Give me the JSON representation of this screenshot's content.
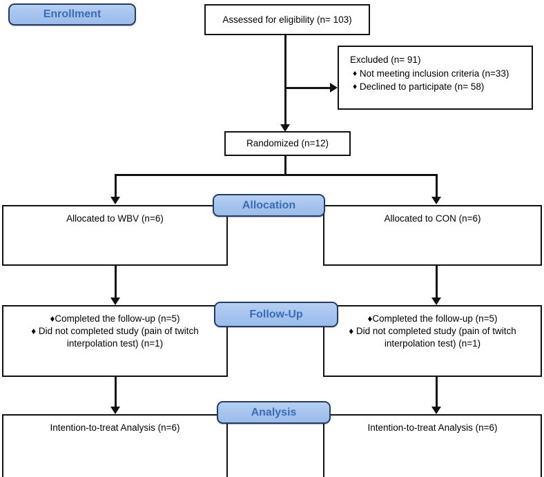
{
  "diagram": {
    "title": "CONSORT participant flow diagram",
    "type": "flowchart",
    "colors": {
      "banner_fill": "#a6c4ee",
      "banner_border": "#243b66",
      "banner_text": "#3a6cb5",
      "box_border": "#111111",
      "connector": "#111111",
      "background": "#ffffff"
    }
  },
  "stages": {
    "enrollment": "Enrollment",
    "allocation": "Allocation",
    "followup": "Follow-Up",
    "analysis": "Analysis"
  },
  "nodes": {
    "assessed": {
      "text": "Assessed for eligibility (n= 103)"
    },
    "excluded": {
      "heading": "Excluded  (n= 91)",
      "items": [
        "Not meeting inclusion criteria (n=33)",
        "Declined to participate (n= 58)"
      ],
      "bullet": "♦"
    },
    "randomized": {
      "text": "Randomized (n=12)"
    },
    "allocated_left": {
      "text": "Allocated to WBV (n=6)"
    },
    "allocated_right": {
      "text": "Allocated to CON (n=6)"
    },
    "followup_left": {
      "line1": "♦Completed the follow-up (n=5)",
      "line2": "♦ Did not completed study (pain of twitch",
      "line3": "interpolation test) (n=1)"
    },
    "followup_right": {
      "line1": "♦Completed the follow-up (n=5)",
      "line2": "♦ Did not completed study (pain of twitch",
      "line3": "interpolation test) (n=1)"
    },
    "analysis_left": {
      "text": "Intention-to-treat Analysis (n=6)"
    },
    "analysis_right": {
      "text": "Intention-to-treat Analysis (n=6)"
    }
  }
}
